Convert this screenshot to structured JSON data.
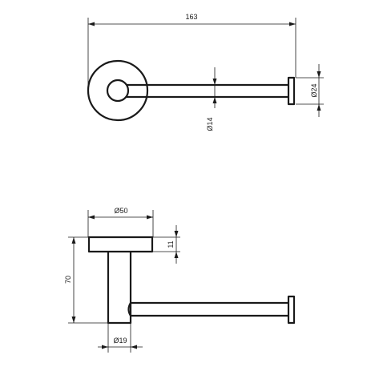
{
  "dimensions": {
    "overall_length": "163",
    "end_cap_diameter": "Ø24",
    "bar_diameter": "Ø14",
    "base_diameter": "Ø50",
    "base_thickness": "11",
    "projection": "70",
    "post_diameter": "Ø19"
  },
  "colors": {
    "line": "#1a1a1a",
    "background": "#ffffff"
  }
}
